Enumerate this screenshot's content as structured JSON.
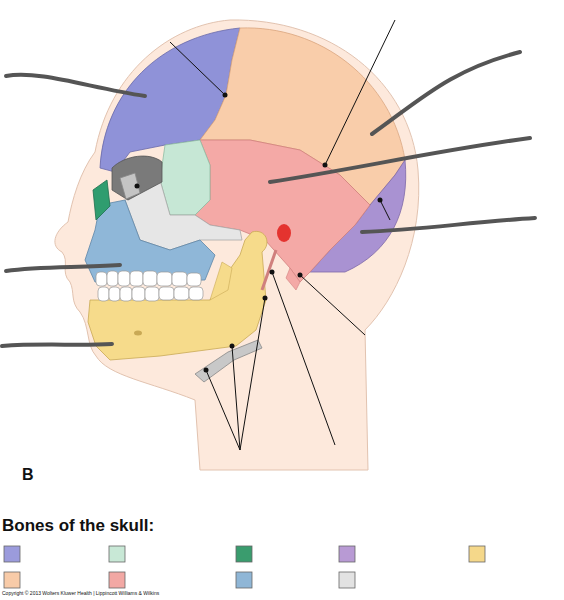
{
  "diagram": {
    "labels": [
      "B",
      "Bones of the skull:",
      "Copyright © 2013 Wolters Kluwer Health | Lippincott Williams & Wilkins"
    ]
  }
}
